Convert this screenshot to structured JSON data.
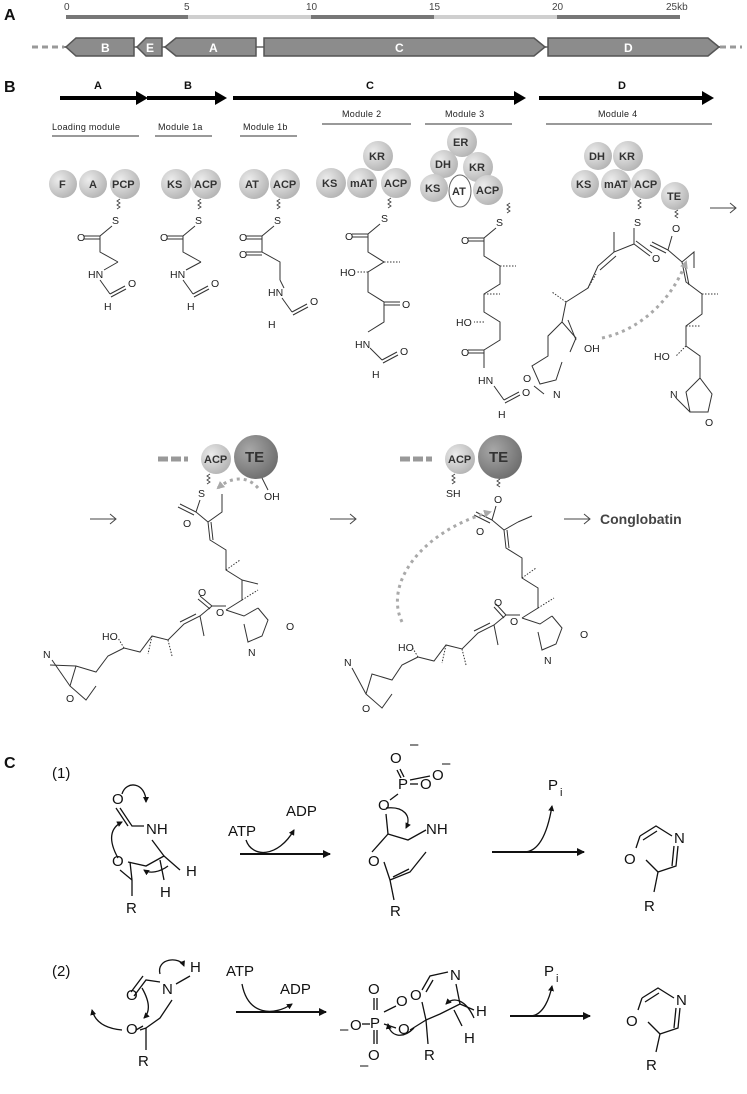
{
  "panels": {
    "a": "A",
    "b": "B",
    "c": "C"
  },
  "scale": {
    "s0": "0",
    "s5": "5",
    "s10": "10",
    "s15": "15",
    "s20": "20",
    "s25": "25kb"
  },
  "genes": {
    "b": "B",
    "e": "E",
    "a": "A",
    "c": "C",
    "d": "D"
  },
  "modules": {
    "arrows": {
      "a": "A",
      "b": "B",
      "c": "C",
      "d": "D"
    },
    "names": {
      "loading": "Loading module",
      "m1a": "Module 1a",
      "m1b": "Module 1b",
      "m2": "Module 2",
      "m3": "Module 3",
      "m4": "Module 4"
    }
  },
  "domains": {
    "f": "F",
    "a": "A",
    "pcp": "PCP",
    "ks": "KS",
    "acp": "ACP",
    "at": "AT",
    "kr": "KR",
    "mat": "mAT",
    "er": "ER",
    "dh": "DH",
    "te": "TE"
  },
  "atoms": {
    "s": "S",
    "o": "O",
    "h": "H",
    "hn": "HN",
    "ho": "HO",
    "oh": "OH",
    "n": "N",
    "sh": "SH",
    "r": "R",
    "nh": "NH"
  },
  "product": "Conglobatin",
  "mechanism": {
    "route1": "(1)",
    "route2": "(2)",
    "atp": "ATP",
    "adp": "ADP",
    "p": "P",
    "i": "i",
    "minus": "–"
  },
  "colors": {
    "gene_fill": "#8c8c8c",
    "gene_stroke": "#555555",
    "domain_fill": "#cfcfcf",
    "te_fill": "#8a8a8a",
    "dotted_arrow": "#a9a9a9"
  }
}
